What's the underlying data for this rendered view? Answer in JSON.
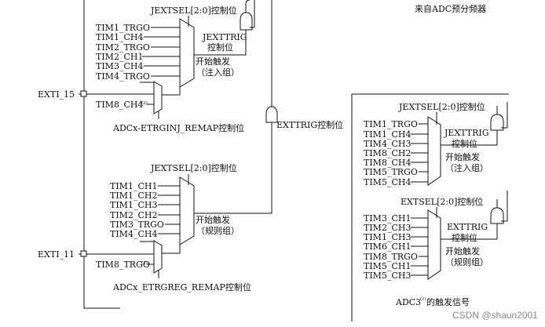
{
  "labels": {
    "adc_prescaler": "来自ADC预分频器"
  },
  "pins": {
    "exti15": "EXTI_15",
    "exti11": "EXTI_11"
  },
  "footnotes": {
    "n1": "(1)",
    "n2": "(2)"
  },
  "injected": {
    "jextsel": "JEXTSEL[2:0]控制位",
    "inputs": [
      "TIM1_TRGO",
      "TIM1_CH4",
      "TIM2_TRGO",
      "TIM2_CH1",
      "TIM3_CH4",
      "TIM4_TRGO"
    ],
    "jexttrig": "JEXTTRIG",
    "ctrl": "控制位",
    "start_trigger": "开始触发",
    "group": "（注入组）",
    "remap_input": "TIM8_CH4",
    "remap_label": "ADCx-ETRGINJ_REMAP控制位"
  },
  "regular": {
    "exttrig_ctrl": "EXTTRIG控制位",
    "extsel": "JEXTSEL[2:0]控制位",
    "inputs": [
      "TIM1_CH1",
      "TIM1_CH2",
      "TIM1_CH3",
      "TIM2_CH2",
      "TIM3_TRGO",
      "TIM4_CH4"
    ],
    "start_trigger": "开始触发",
    "group": "（规则组）",
    "remap_input": "TIM8_TRGO",
    "remap_label": "ADCx_ETRGREG_REMAP控制位"
  },
  "adc3": {
    "injected": {
      "jextsel": "JEXTSEL[2:0]控制位",
      "inputs": [
        "TIM1_TRGO",
        "TIM1_CH4",
        "TIM4_CH3",
        "TIM8_CH2",
        "TIM8_CH4",
        "TIM5_TRGO",
        "TIM5_CH4"
      ],
      "trig": "JEXTTRIG",
      "ctrl": "控制位",
      "start_trigger": "开始触发",
      "group": "（注入组）"
    },
    "regular": {
      "extsel": "EXTSEL[2:0]控制位",
      "inputs": [
        "TIM3_CH1",
        "TIM2_CH3",
        "TIM1_CH3",
        "TIM6_CH1",
        "TIM8_TRGO",
        "TIM5_CH1",
        "TIM5_CH3"
      ],
      "trig": "EXTTRIG",
      "ctrl": "控制位",
      "start_trigger": "开始触发",
      "group": "（规则组）"
    },
    "caption_prefix": "ADC3",
    "caption_suffix": "的触发信号"
  },
  "watermark": "CSDN @shaun2001"
}
